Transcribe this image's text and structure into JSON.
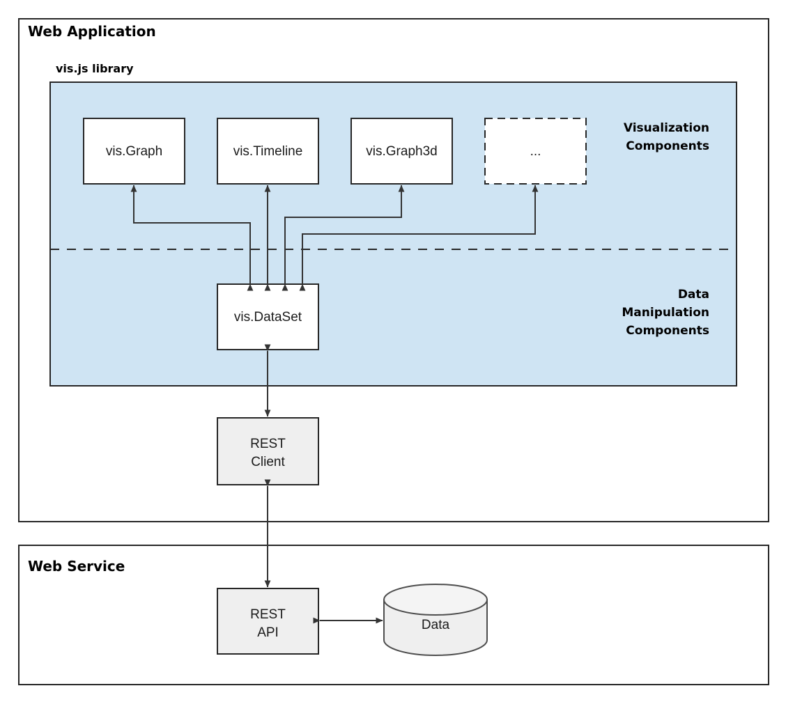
{
  "diagram": {
    "title_web_application": "Web Application",
    "title_web_service": "Web Service",
    "library_group_label": "vis.js library",
    "side_labels": {
      "visualization_line1": "Visualization",
      "visualization_line2": "Components",
      "data_manipulation_line1": "Data",
      "data_manipulation_line2": "Manipulation",
      "data_manipulation_line3": "Components"
    },
    "nodes": {
      "vis_graph": "vis.Graph",
      "vis_timeline": "vis.Timeline",
      "vis_graph3d": "vis.Graph3d",
      "more_components": "...",
      "vis_dataset": "vis.DataSet",
      "rest_client_line1": "REST",
      "rest_client_line2": "Client",
      "rest_api_line1": "REST",
      "rest_api_line2": "API",
      "data_store": "Data"
    },
    "colors": {
      "library_panel_fill": "#cfe4f3",
      "node_fill": "#ffffff",
      "gray_node_fill": "#efefef",
      "stroke": "#262626",
      "connector": "#333333",
      "text": "#000000"
    }
  }
}
